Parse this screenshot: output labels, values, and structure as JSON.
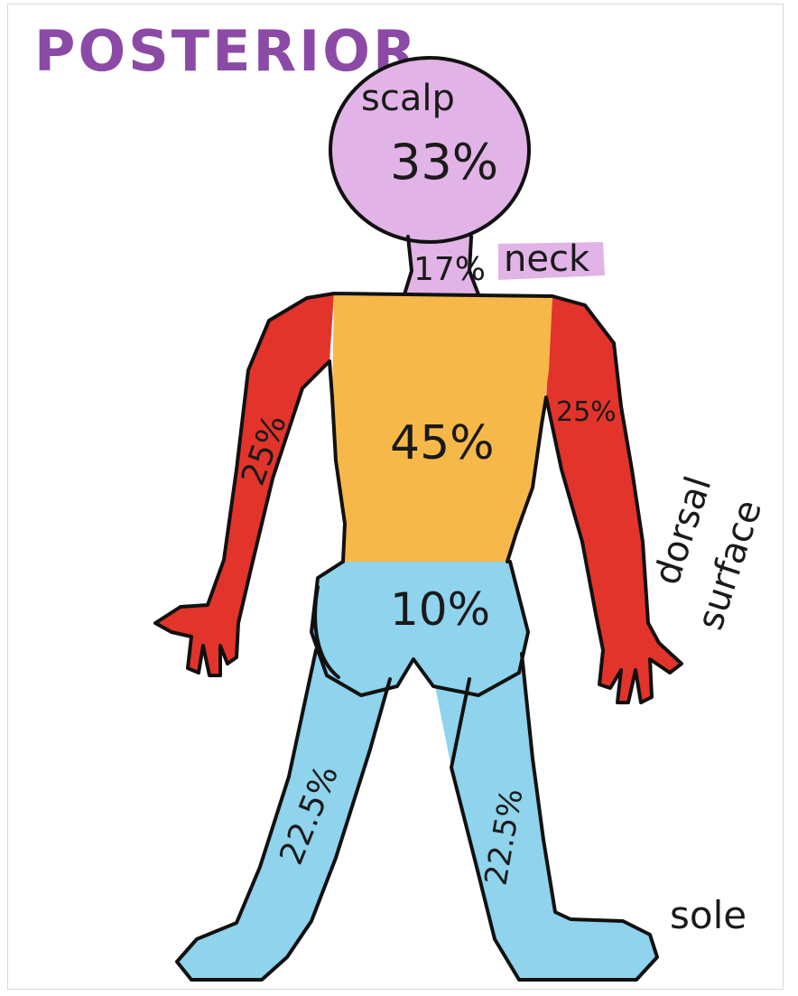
{
  "title": "POSTERIOR",
  "colors": {
    "title": "#8b4aa6",
    "head": "#e2b3e6",
    "torso": "#f7b84a",
    "arms": "#e3342b",
    "legs": "#8fd3ec",
    "outline": "#111111"
  },
  "regions": {
    "scalp": {
      "label": "scalp",
      "value": "33%"
    },
    "neck": {
      "label": "neck",
      "value": "17%"
    },
    "torso": {
      "value": "45%"
    },
    "left_arm": {
      "value": "25%"
    },
    "right_arm": {
      "value": "25%"
    },
    "buttocks": {
      "value": "10%"
    },
    "left_leg": {
      "value": "22.5%"
    },
    "right_leg": {
      "value": "22.5%"
    }
  },
  "annotations": {
    "dorsal_line1": "dorsal",
    "dorsal_line2": "surface",
    "sole": "sole"
  }
}
